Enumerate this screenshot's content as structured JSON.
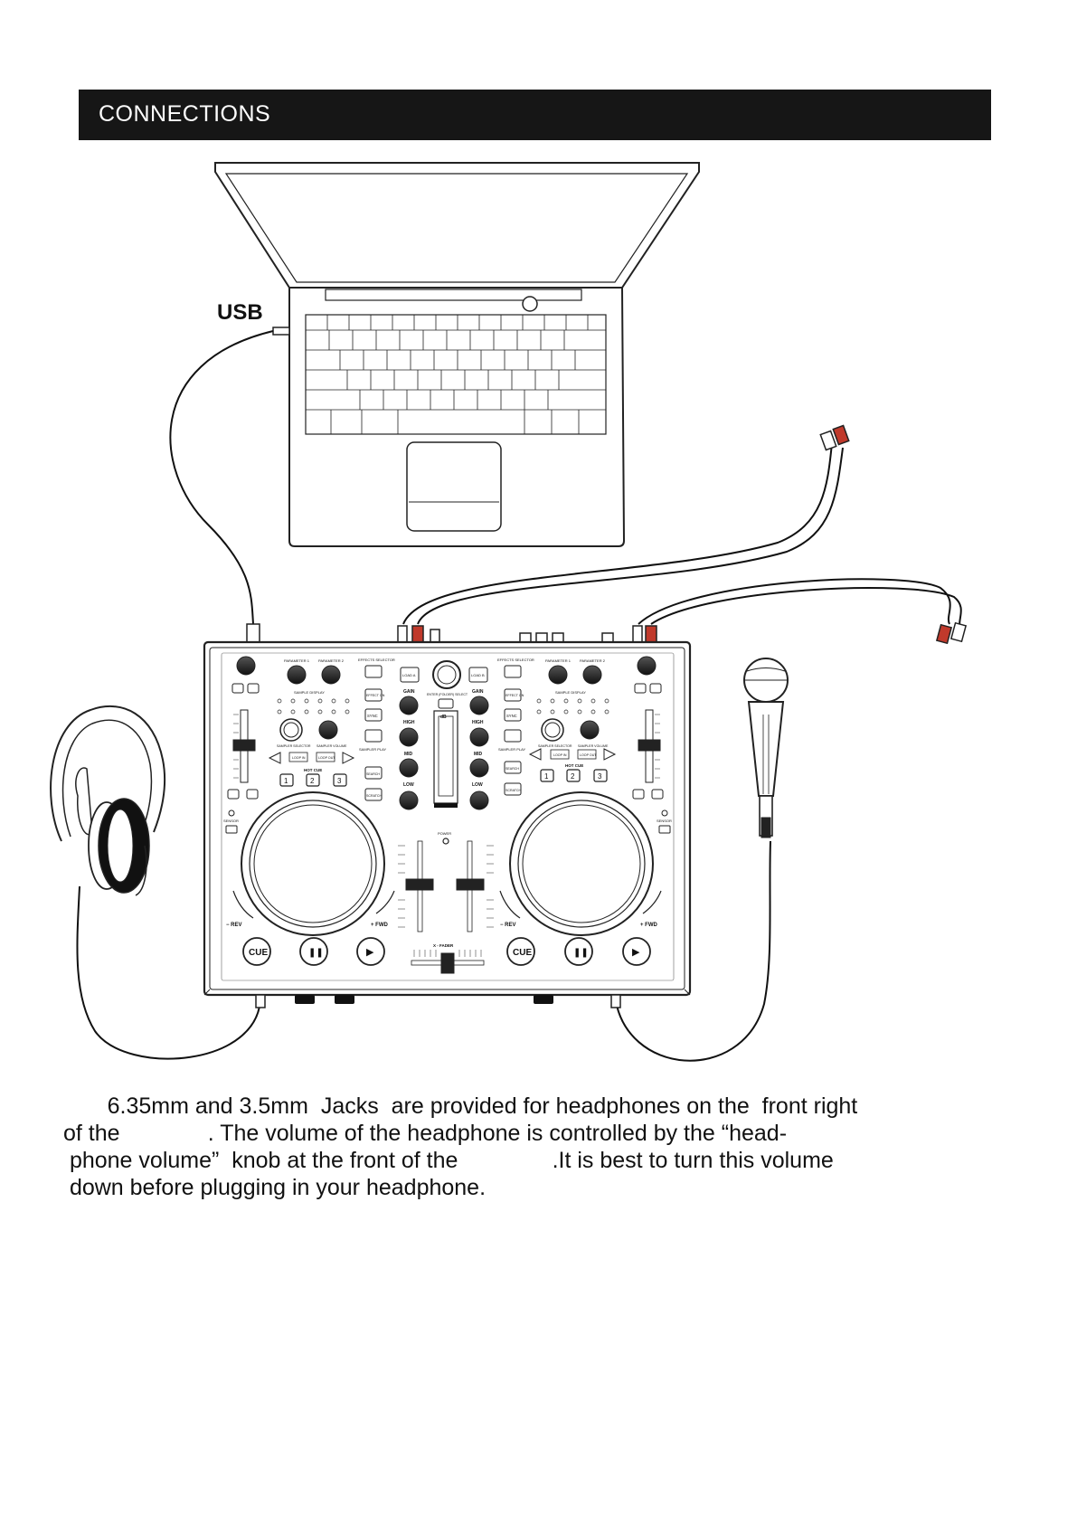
{
  "header": {
    "title": "CONNECTIONS"
  },
  "diagram": {
    "usb_label": "USB",
    "controller": {
      "deck_left": {
        "parameter1": "PARAMETER 1",
        "parameter2": "PARAMETER 2",
        "sample_display": "SAMPLE DISPLAY",
        "sampler_selector": "SAMPLER SELECTOR",
        "sampler_volume": "SAMPLER VOLUME",
        "loop_in": "LOOP IN",
        "loop_out": "LOOP OUT",
        "hot_cue": "HOT CUE",
        "hot_cue_buttons": [
          "1",
          "2",
          "3"
        ],
        "effects_selector": "EFFECTS SELECTOR",
        "effect_on": "EFFECT ON",
        "sync": "SYNC",
        "sampler_play": "SAMPLER PLAY",
        "search": "SEARCH",
        "scratch": "SCRATCH",
        "load": "LOAD A",
        "sensor": "SENSOR",
        "rev": "− REV",
        "fwd": "+ FWD",
        "transport": [
          "CUE",
          "❚❚",
          "▶"
        ]
      },
      "deck_right": {
        "parameter1": "PARAMETER 1",
        "parameter2": "PARAMETER 2",
        "sample_display": "SAMPLE DISPLAY",
        "sampler_selector": "SAMPLER SELECTOR",
        "sampler_volume": "SAMPLER VOLUME",
        "loop_in": "LOOP IN",
        "loop_out": "LOOP OUT",
        "hot_cue": "HOT CUE",
        "hot_cue_buttons": [
          "1",
          "2",
          "3"
        ],
        "effects_selector": "EFFECTS SELECTOR",
        "effect_on": "EFFECT ON",
        "sync": "SYNC",
        "sampler_play": "SAMPLER PLAY",
        "search": "SEARCH",
        "scratch": "SCRATCH",
        "load": "LOAD B",
        "sensor": "SENSOR",
        "rev": "− REV",
        "fwd": "+ FWD",
        "transport": [
          "CUE",
          "❚❚",
          "▶"
        ]
      },
      "mixer": {
        "gain": "GAIN",
        "high": "HIGH",
        "mid": "MID",
        "low": "LOW",
        "db": "dB",
        "power": "POWER",
        "x_fader": "X - FADER",
        "enter": "ENTER (FOLDER) SELECT"
      }
    }
  },
  "body": {
    "lines": [
      "       6.35mm and 3.5mm  Jacks  are provided for headphones on the  front right",
      "of the              . The volume of the headphone is controlled by the “head-",
      " phone volume”  knob at the front of the               .It is best to turn this volume",
      " down before plugging in your headphone."
    ]
  }
}
